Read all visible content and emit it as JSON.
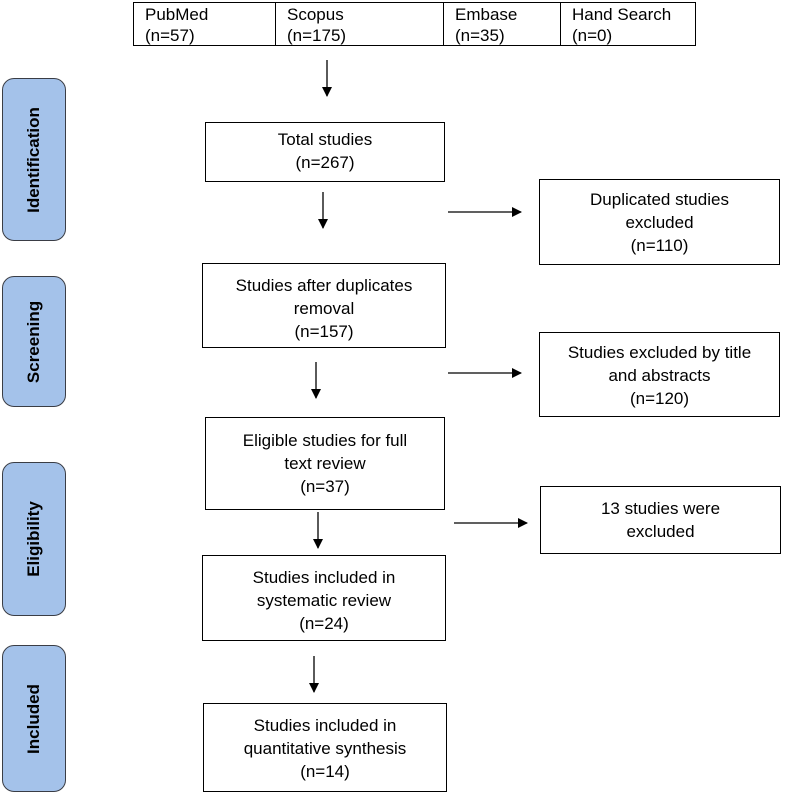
{
  "sources": [
    {
      "name": "PubMed",
      "count": "(n=57)"
    },
    {
      "name": "Scopus",
      "count": "(n=175)"
    },
    {
      "name": "Embase",
      "count": "(n=35)"
    },
    {
      "name": "Hand Search",
      "count": "(n=0)"
    }
  ],
  "stages": {
    "identification": "Identification",
    "screening": "Screening",
    "eligibility": "Eligibility",
    "included": "Included"
  },
  "boxes": {
    "total": "Total studies\n(n=267)",
    "duplicates_excluded": "Duplicated studies\nexcluded\n(n=110)",
    "after_duplicates": "Studies after duplicates\nremoval\n(n=157)",
    "title_abstract_excluded": "Studies excluded by title\nand abstracts\n(n=120)",
    "eligible": "Eligible studies for full\ntext review\n(n=37)",
    "fulltext_excluded": "13 studies were\nexcluded",
    "systematic": "Studies included in\nsystematic review\n(n=24)",
    "quantitative": "Studies included in\nquantitative synthesis\n(n=14)"
  }
}
